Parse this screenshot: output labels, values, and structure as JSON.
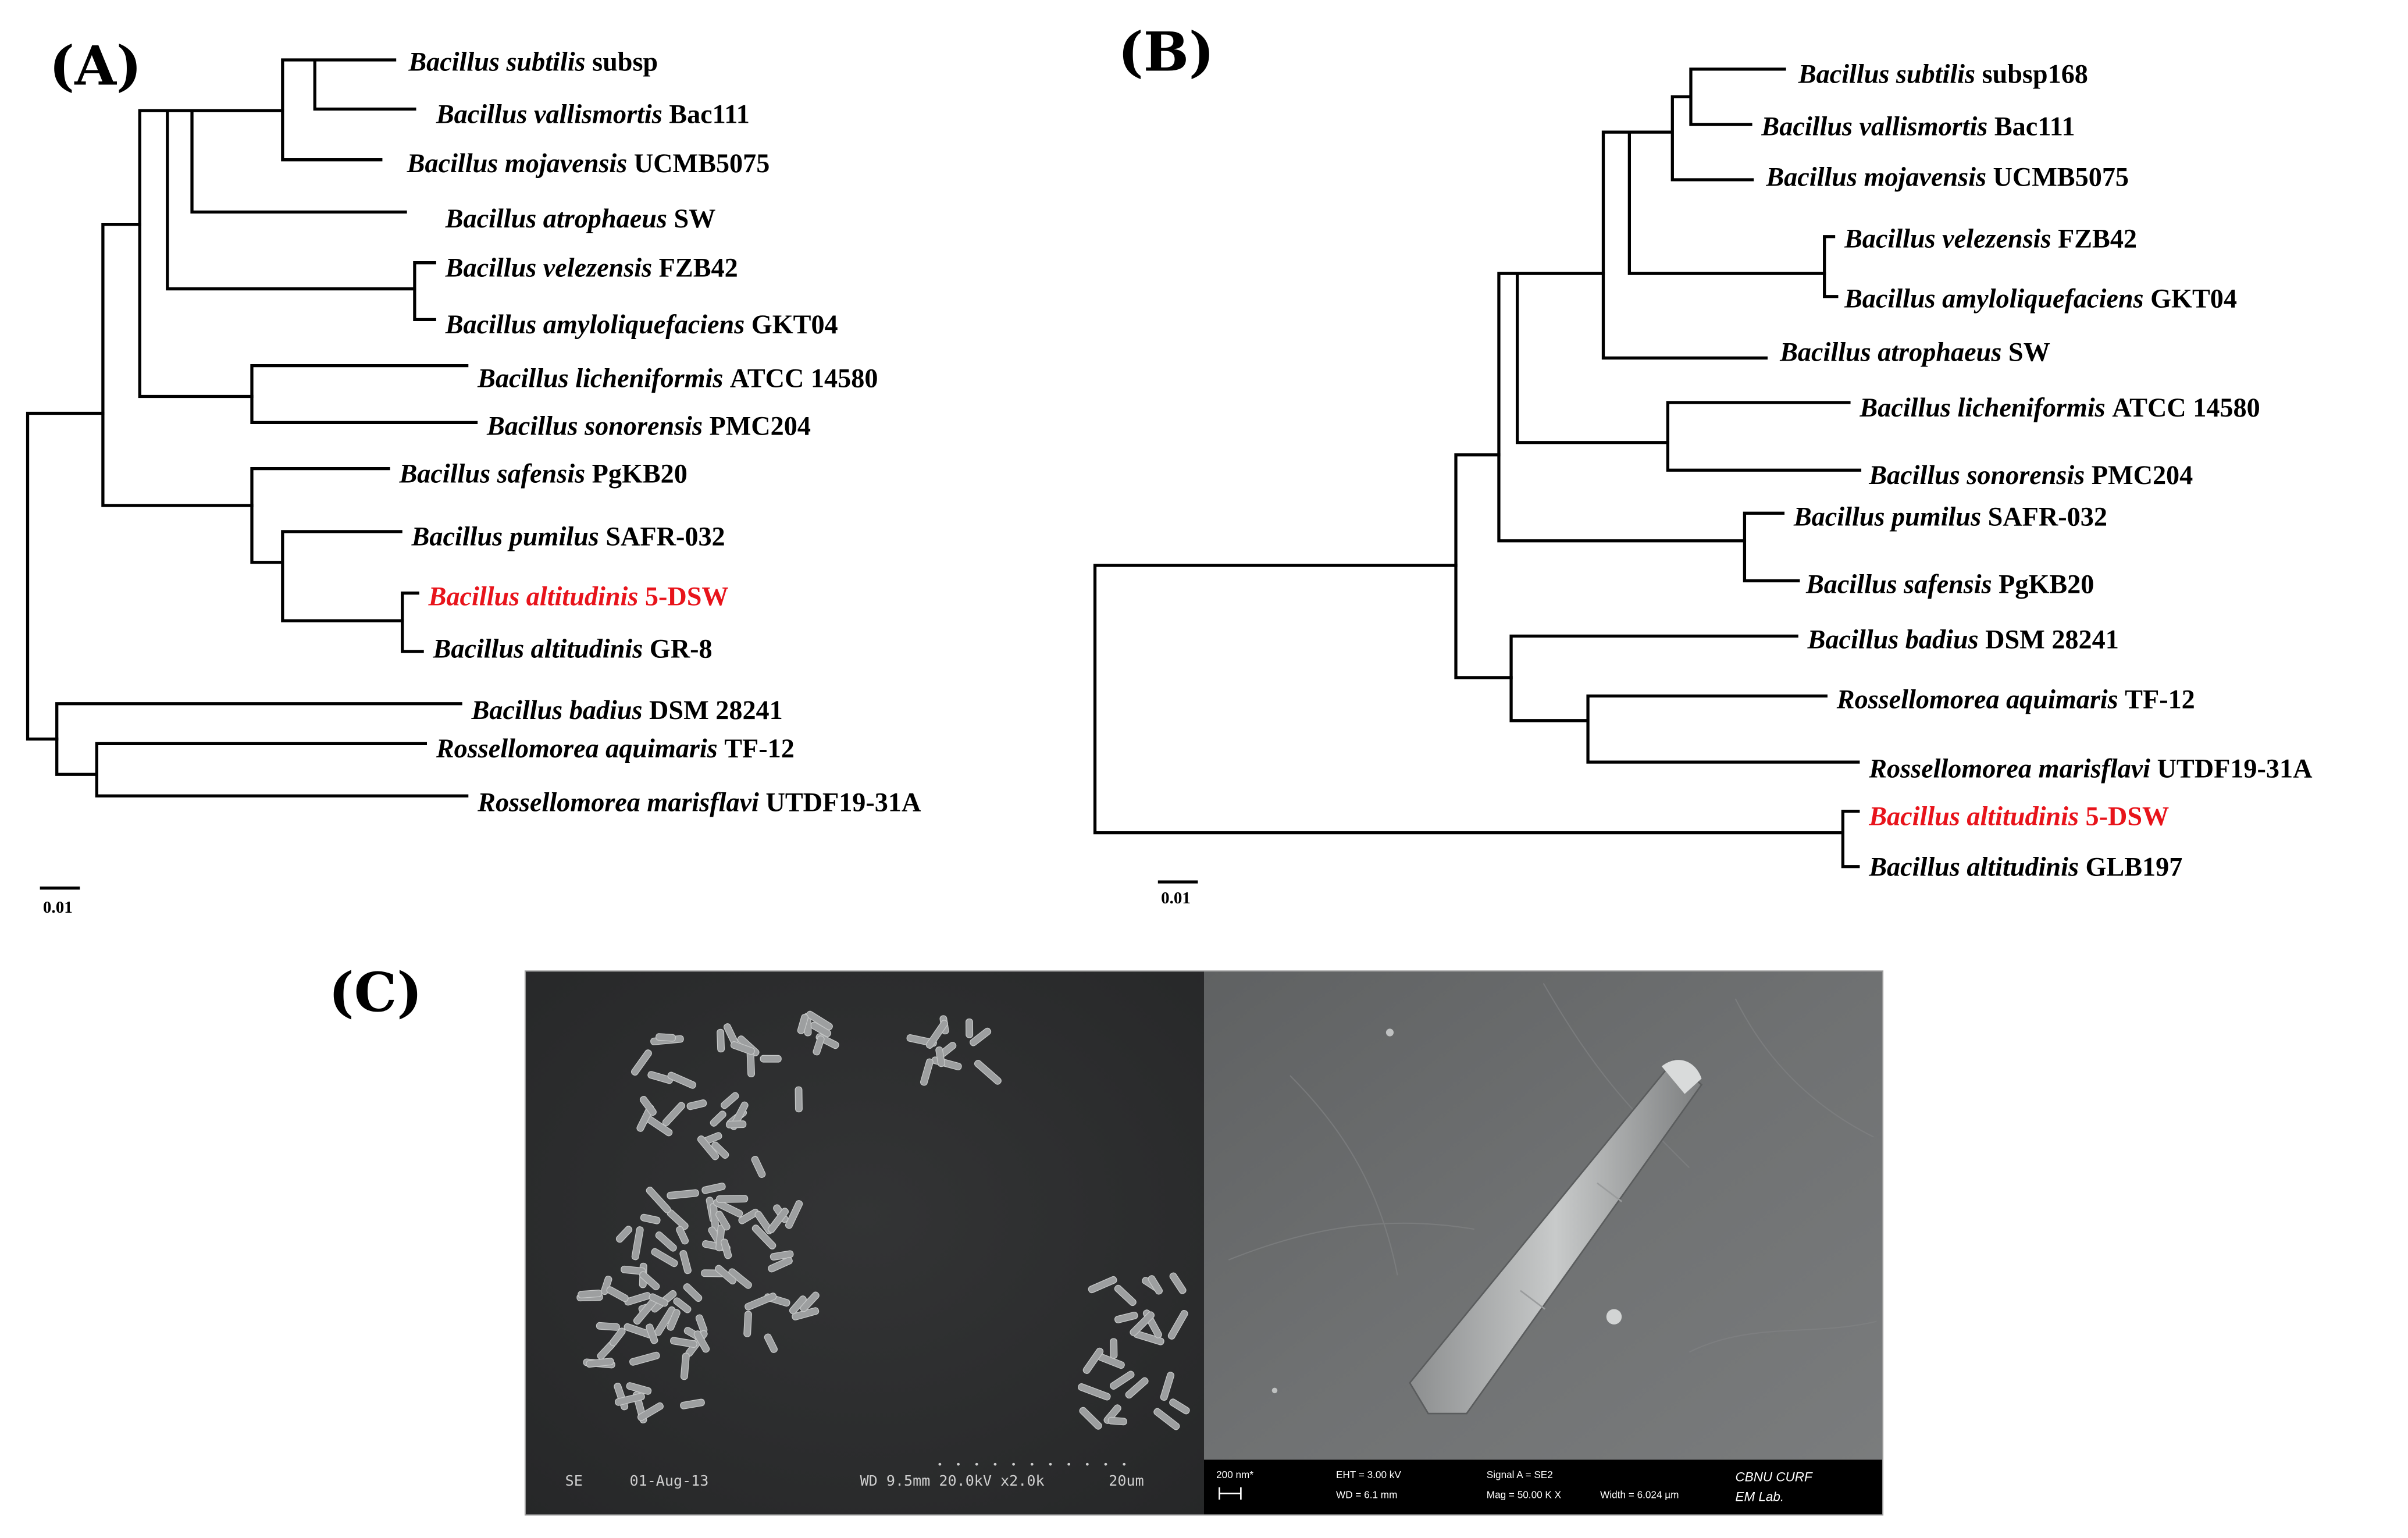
{
  "panels": {
    "a_label": "(A)",
    "b_label": "(B)",
    "c_label": "(C)"
  },
  "tree_a": {
    "taxa": [
      {
        "genus": "Bacillus subtilis",
        "strain": "subsp"
      },
      {
        "genus": "Bacillus vallismortis",
        "strain": "Bac111"
      },
      {
        "genus": "Bacillus mojavensis",
        "strain": "UCMB5075"
      },
      {
        "genus": "Bacillus atrophaeus",
        "strain": "SW"
      },
      {
        "genus": "Bacillus velezensis",
        "strain": "FZB42"
      },
      {
        "genus": "Bacillus amyloliquefaciens",
        "strain": "GKT04"
      },
      {
        "genus": "Bacillus licheniformis",
        "strain": "ATCC 14580"
      },
      {
        "genus": "Bacillus sonorensis",
        "strain": "PMC204"
      },
      {
        "genus": "Bacillus safensis",
        "strain": "PgKB20"
      },
      {
        "genus": "Bacillus pumilus",
        "strain": "SAFR-032"
      },
      {
        "genus": "Bacillus altitudinis",
        "strain": "5-DSW",
        "highlight": true
      },
      {
        "genus": "Bacillus altitudinis",
        "strain": "GR-8"
      },
      {
        "genus": "Bacillus badius",
        "strain": "DSM 28241"
      },
      {
        "genus": "Rossellomorea aquimaris",
        "strain": "TF-12"
      },
      {
        "genus": "Rossellomorea marisflavi",
        "strain": "UTDF19-31A"
      }
    ],
    "scale_label": "0.01"
  },
  "tree_b": {
    "taxa": [
      {
        "genus": "Bacillus subtilis",
        "strain": "subsp168"
      },
      {
        "genus": "Bacillus vallismortis",
        "strain": "Bac111"
      },
      {
        "genus": "Bacillus mojavensis",
        "strain": "UCMB5075"
      },
      {
        "genus": "Bacillus velezensis",
        "strain": "FZB42"
      },
      {
        "genus": "Bacillus amyloliquefaciens",
        "strain": "GKT04"
      },
      {
        "genus": "Bacillus atrophaeus",
        "strain": "SW"
      },
      {
        "genus": "Bacillus licheniformis",
        "strain": "ATCC 14580"
      },
      {
        "genus": "Bacillus sonorensis",
        "strain": "PMC204"
      },
      {
        "genus": "Bacillus pumilus",
        "strain": "SAFR-032"
      },
      {
        "genus": "Bacillus safensis",
        "strain": "PgKB20"
      },
      {
        "genus": "Bacillus badius",
        "strain": "DSM 28241"
      },
      {
        "genus": "Rossellomorea aquimaris",
        "strain": "TF-12"
      },
      {
        "genus": "Rossellomorea marisflavi",
        "strain": "UTDF19-31A"
      },
      {
        "genus": "Bacillus altitudinis",
        "strain": "5-DSW",
        "highlight": true
      },
      {
        "genus": "Bacillus altitudinis",
        "strain": "GLB197"
      }
    ],
    "scale_label": "0.01"
  },
  "sem_left": {
    "mode": "SE",
    "date": "01-Aug-13",
    "settings": "WD 9.5mm 20.0kV x2.0k",
    "scale": "20um"
  },
  "sem_right": {
    "scale_bar": "200 nm*",
    "eht": "EHT = 3.00 kV",
    "wd": "WD = 6.1 mm",
    "signal": "Signal A = SE2",
    "mag": "Mag = 50.00 K X",
    "width": "Width = 6.024 µm",
    "brand_line1": "CBNU CURF",
    "brand_line2": "EM Lab."
  },
  "colors": {
    "highlight": "#e8141b",
    "sem_left_bg": "#2a2b2c",
    "sem_right_bg": "#6c6e6f"
  }
}
